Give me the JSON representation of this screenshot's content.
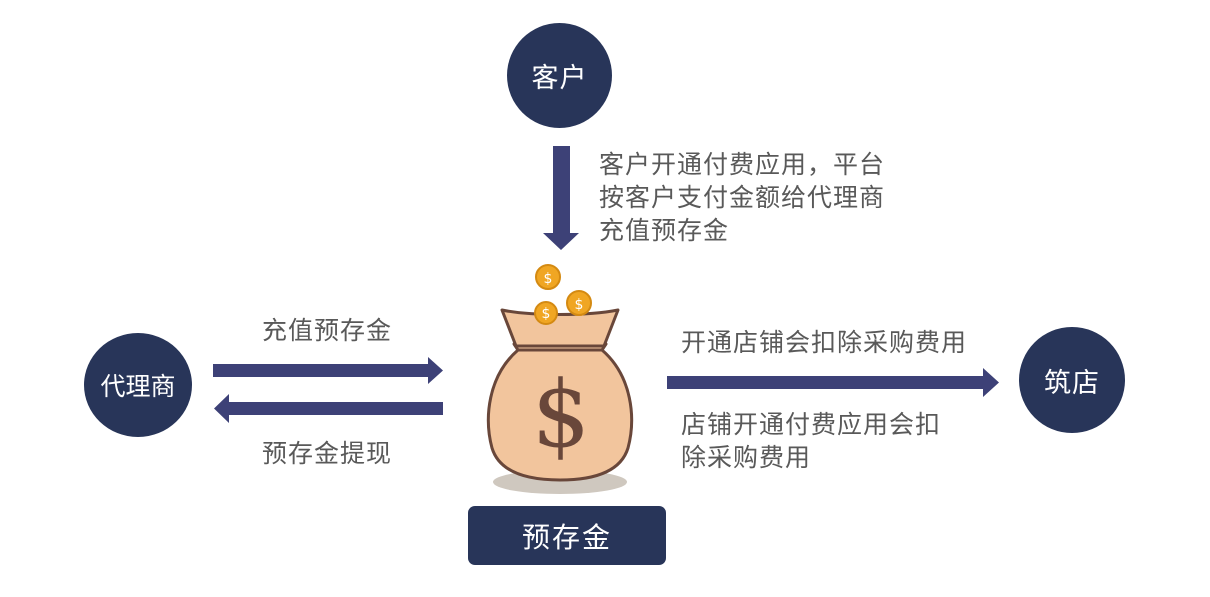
{
  "colors": {
    "node": "#283559",
    "arrow": "#3d4177",
    "text": "#595959",
    "bag_fill": "#f2c59d",
    "bag_outline": "#69473a",
    "coin": "#f0a623",
    "shadow": "#cfc8bf"
  },
  "icons": {
    "money_bag": "money-bag-icon",
    "coin": "coin-icon"
  },
  "nodes": {
    "client": "客户",
    "agent": "代理商",
    "store": "筑店"
  },
  "pool": {
    "label": "预存金",
    "bag_symbol": "$",
    "coin_symbol": "$"
  },
  "flows": {
    "client_to_pool": [
      "客户开通付费应用，平台",
      "按客户支付金额给代理商",
      "充值预存金"
    ],
    "agent_recharge": "充值预存金",
    "pool_withdraw": "预存金提现",
    "pool_to_store_label": "开通店铺会扣除采购费用",
    "pool_to_store_desc": [
      "店铺开通付费应用会扣",
      "除采购费用"
    ]
  }
}
